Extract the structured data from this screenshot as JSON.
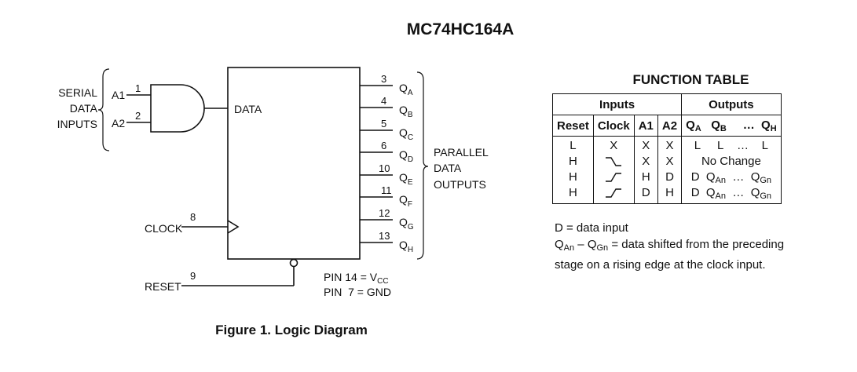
{
  "page_title": "MC74HC164A",
  "logic_diagram": {
    "caption": "Figure 1. Logic Diagram",
    "serial_label": [
      "SERIAL",
      "DATA",
      "INPUTS"
    ],
    "parallel_label": [
      "PARALLEL",
      "DATA",
      "OUTPUTS"
    ],
    "inputs": [
      {
        "name": "A1",
        "pin": "1"
      },
      {
        "name": "A2",
        "pin": "2"
      }
    ],
    "gate_output_label": "DATA",
    "clock": {
      "name": "CLOCK",
      "pin": "8"
    },
    "reset": {
      "name": "RESET",
      "pin": "9"
    },
    "outputs": [
      {
        "name": "Q",
        "sub": "A",
        "pin": "3"
      },
      {
        "name": "Q",
        "sub": "B",
        "pin": "4"
      },
      {
        "name": "Q",
        "sub": "C",
        "pin": "5"
      },
      {
        "name": "Q",
        "sub": "D",
        "pin": "6"
      },
      {
        "name": "Q",
        "sub": "E",
        "pin": "10"
      },
      {
        "name": "Q",
        "sub": "F",
        "pin": "11"
      },
      {
        "name": "Q",
        "sub": "G",
        "pin": "12"
      },
      {
        "name": "Q",
        "sub": "H",
        "pin": "13"
      }
    ],
    "power_pins": [
      {
        "prefix": "PIN 14 = V",
        "sub": "CC"
      },
      {
        "prefix": "PIN  7 = GND",
        "sub": ""
      }
    ]
  },
  "function_table": {
    "title": "FUNCTION TABLE",
    "group_headers": {
      "inputs": "Inputs",
      "outputs": "Outputs"
    },
    "columns": {
      "reset": "Reset",
      "clock": "Clock",
      "a1": "A1",
      "a2": "A2",
      "qa": "Q",
      "qa_sub": "A",
      "qb": "Q",
      "qb_sub": "B",
      "ellipsis": "…",
      "qh": "Q",
      "qh_sub": "H"
    },
    "rows": [
      {
        "reset": "L",
        "clock": "X",
        "a1": "X",
        "a2": "X",
        "outputs": "L    L   …   L"
      },
      {
        "reset": "H",
        "clock": "falling-edge-icon",
        "a1": "X",
        "a2": "X",
        "outputs": "No Change"
      },
      {
        "reset": "H",
        "clock": "rising-edge-icon",
        "a1": "H",
        "a2": "D",
        "outputs": "D  QAn  …  QGn"
      },
      {
        "reset": "H",
        "clock": "rising-edge-icon",
        "a1": "D",
        "a2": "H",
        "outputs": "D  QAn  …  QGn"
      }
    ],
    "output_cells": {
      "row1": {
        "qa": "L",
        "qb": "L",
        "dots": "…",
        "qh": "L"
      },
      "row2": {
        "text": "No Change"
      },
      "row3": {
        "d": "D",
        "qan": "Q",
        "qan_sub": "An",
        "dots": "…",
        "qgn": "Q",
        "qgn_sub": "Gn"
      },
      "row4": {
        "d": "D",
        "qan": "Q",
        "qan_sub": "An",
        "dots": "…",
        "qgn": "Q",
        "qgn_sub": "Gn"
      }
    }
  },
  "notes": {
    "line1": "D = data input",
    "line2_q1": "Q",
    "line2_q1_sub": "An",
    "line2_mid": " – Q",
    "line2_q2_sub": "Gn",
    "line2_rest": " = data shifted from the preceding",
    "line3": "stage on a rising edge at the clock input."
  }
}
